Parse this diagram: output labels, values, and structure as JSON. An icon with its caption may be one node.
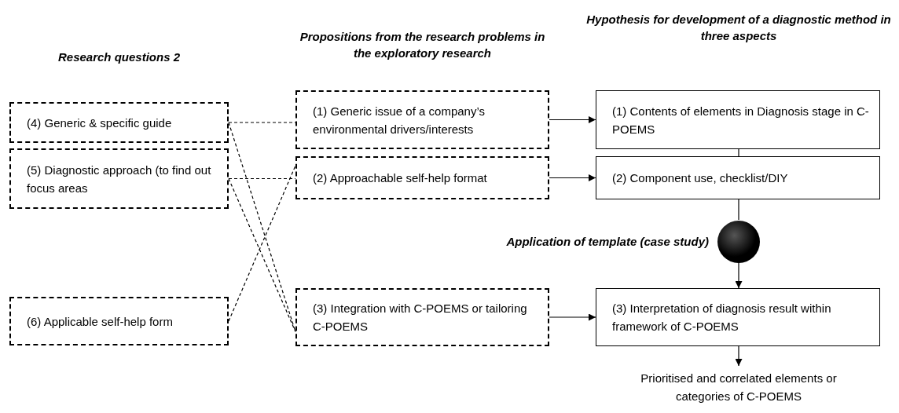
{
  "diagram": {
    "nodes": [
      {
        "text": [
          "(4) Generic & specific guide"
        ]
      },
      {
        "text": [
          "(5) Diagnostic approach (to find out focus areas"
        ]
      },
      {
        "text": [
          "(6) Applicable self-help form"
        ]
      },
      {
        "text": [
          "(1) Generic issue of a company’s environmental drivers/interests"
        ]
      },
      {
        "text": [
          "(2) Approachable self-help format"
        ]
      },
      {
        "text": [
          "(3) Integration with C-POEMS or tailoring C-POEMS"
        ]
      },
      {
        "text": [
          "(1) Contents of elements in Diagnosis stage in C-POEMS"
        ]
      },
      {
        "text": [
          "(2) Component use, checklist/DIY"
        ]
      },
      {
        "text": [],
        "shape": "circle",
        "beside": [
          "Application of template (case study)"
        ]
      },
      {
        "text": [
          "(3) Interpretation of diagnosis result within framework of C-POEMS"
        ]
      },
      {
        "text": [
          "Prioritised and correlated elements or categories of C-POEMS"
        ]
      }
    ],
    "edges": [
      {
        "from": 0,
        "to": 3,
        "arrow": "none",
        "style": "dashed"
      },
      {
        "from": 0,
        "to": 5,
        "arrow": "none",
        "style": "dashed"
      },
      {
        "from": 1,
        "to": 4,
        "arrow": "none",
        "style": "dashed"
      },
      {
        "from": 1,
        "to": 5,
        "arrow": "none",
        "style": "dashed"
      },
      {
        "from": 2,
        "to": 4,
        "arrow": "none",
        "style": "dashed"
      },
      {
        "from": 3,
        "to": 6,
        "arrow": "to"
      },
      {
        "from": 4,
        "to": 7,
        "arrow": "to"
      },
      {
        "from": 5,
        "to": 9,
        "arrow": "to"
      },
      {
        "from": 6,
        "to": 7,
        "arrow": "none"
      },
      {
        "from": 7,
        "to": 8,
        "arrow": "none"
      },
      {
        "from": 8,
        "to": 9,
        "arrow": "to"
      },
      {
        "from": 9,
        "to": 10,
        "arrow": "to"
      }
    ],
    "labels": [
      "Research questions 2",
      "Propositions from the research problems in the exploratory research",
      "Hypothesis for development of a diagnostic method in three aspects"
    ]
  }
}
